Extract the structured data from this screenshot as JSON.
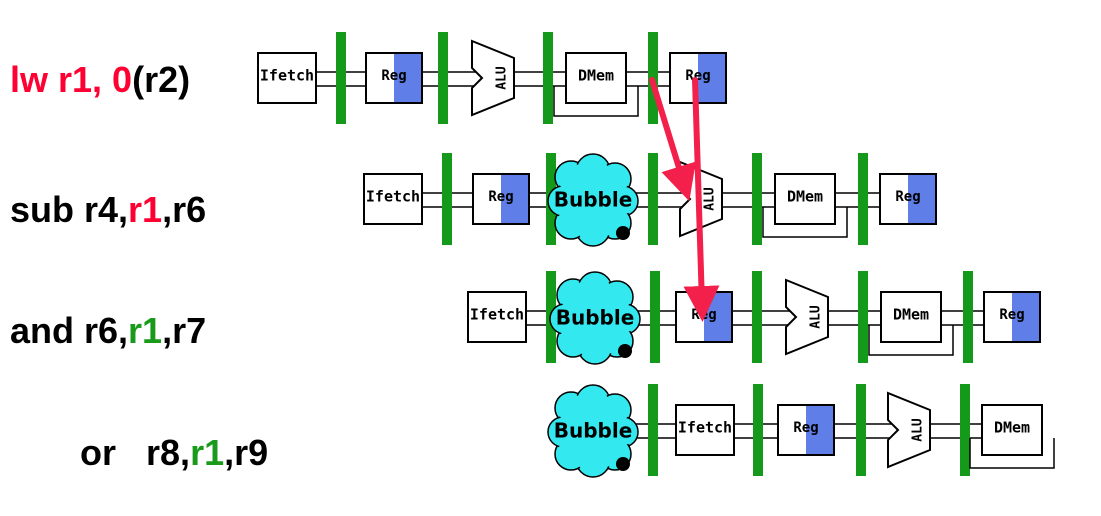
{
  "colors": {
    "red": "#ff0033",
    "green": "#1a9a1a",
    "latch": "#14991a",
    "reg_fill": "#5f7ee8",
    "bubble": "#33e8ee",
    "arrow": "#f2204a"
  },
  "labels": {
    "ifetch": "Ifetch",
    "reg": "Reg",
    "alu": "ALU",
    "dmem": "DMem",
    "bubble": "Bubble"
  },
  "instructions": [
    {
      "parts": [
        {
          "t": "lw r1, ",
          "c": "red"
        },
        {
          "t": "0",
          "c": "red"
        },
        {
          "t": "(r2)",
          "c": "black"
        }
      ]
    },
    {
      "parts": [
        {
          "t": "sub r4,",
          "c": "black"
        },
        {
          "t": "r1",
          "c": "red"
        },
        {
          "t": ",r6",
          "c": "black"
        }
      ]
    },
    {
      "parts": [
        {
          "t": "and r6,",
          "c": "black"
        },
        {
          "t": "r1",
          "c": "green"
        },
        {
          "t": ",r7",
          "c": "black"
        }
      ]
    },
    {
      "parts": [
        {
          "t": "or   r8,",
          "c": "black"
        },
        {
          "t": "r1",
          "c": "green"
        },
        {
          "t": ",r9",
          "c": "black"
        }
      ]
    }
  ],
  "pipelines": [
    {
      "stages": [
        "ifetch",
        "reg",
        "alu",
        "dmem",
        "reg"
      ]
    },
    {
      "stages": [
        "ifetch",
        "reg",
        "bubble",
        "alu",
        "dmem",
        "reg"
      ]
    },
    {
      "stages": [
        "ifetch",
        "bubble",
        "reg",
        "alu",
        "dmem",
        "reg"
      ]
    },
    {
      "stages": [
        "bubble",
        "ifetch",
        "reg",
        "alu",
        "dmem"
      ]
    }
  ],
  "forwarding_arrows": [
    {
      "from": "lw DMem output",
      "to": "sub ALU input"
    },
    {
      "from": "lw Reg write",
      "to": "and Reg read"
    }
  ]
}
